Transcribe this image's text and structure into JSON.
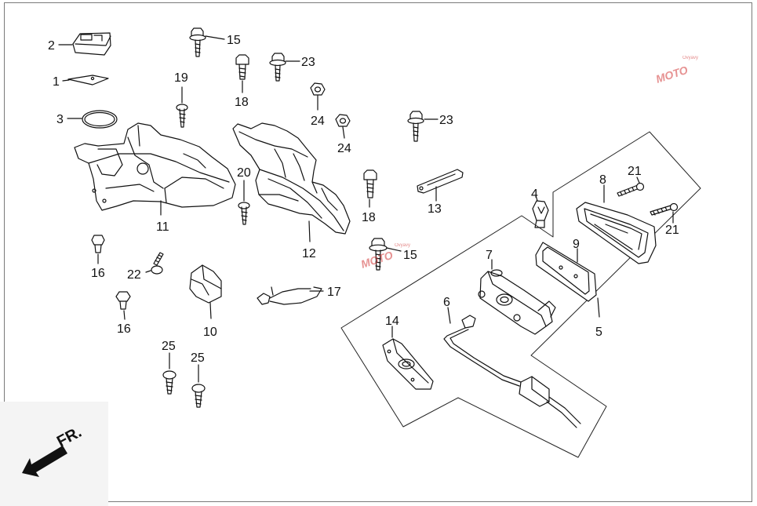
{
  "parts": [
    {
      "id": "label-2",
      "text": "2"
    },
    {
      "id": "label-1",
      "text": "1"
    },
    {
      "id": "label-3",
      "text": "3"
    },
    {
      "id": "label-11",
      "text": "11"
    },
    {
      "id": "label-19",
      "text": "19"
    },
    {
      "id": "label-15a",
      "text": "15"
    },
    {
      "id": "label-18a",
      "text": "18"
    },
    {
      "id": "label-23a",
      "text": "23"
    },
    {
      "id": "label-24a",
      "text": "24"
    },
    {
      "id": "label-24b",
      "text": "24"
    },
    {
      "id": "label-23b",
      "text": "23"
    },
    {
      "id": "label-20",
      "text": "20"
    },
    {
      "id": "label-12",
      "text": "12"
    },
    {
      "id": "label-18b",
      "text": "18"
    },
    {
      "id": "label-13",
      "text": "13"
    },
    {
      "id": "label-15b",
      "text": "15"
    },
    {
      "id": "label-4",
      "text": "4"
    },
    {
      "id": "label-8",
      "text": "8"
    },
    {
      "id": "label-21a",
      "text": "21"
    },
    {
      "id": "label-21b",
      "text": "21"
    },
    {
      "id": "label-9",
      "text": "9"
    },
    {
      "id": "label-7",
      "text": "7"
    },
    {
      "id": "label-5",
      "text": "5"
    },
    {
      "id": "label-6",
      "text": "6"
    },
    {
      "id": "label-14",
      "text": "14"
    },
    {
      "id": "label-16a",
      "text": "16"
    },
    {
      "id": "label-22",
      "text": "22"
    },
    {
      "id": "label-16b",
      "text": "16"
    },
    {
      "id": "label-10",
      "text": "10"
    },
    {
      "id": "label-17",
      "text": "17"
    },
    {
      "id": "label-25a",
      "text": "25"
    },
    {
      "id": "label-25b",
      "text": "25"
    }
  ],
  "direction": {
    "text": "FR.",
    "arrow_color": "#111111"
  },
  "watermark": {
    "text": "MOTO",
    "sub": "Ovyavy",
    "color": "#d23a3a"
  },
  "colors": {
    "line": "#111111",
    "frame": "#7a7a7a",
    "background": "#ffffff"
  }
}
